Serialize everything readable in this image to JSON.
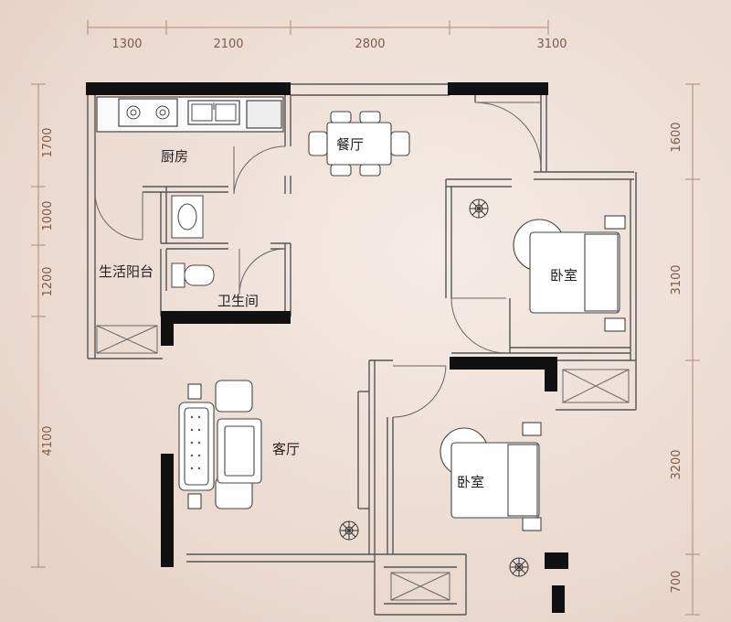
{
  "dimensions": {
    "top": [
      "1300",
      "2100",
      "2800",
      "3100"
    ],
    "left": [
      "1700",
      "1000",
      "1200",
      "4100"
    ],
    "right": [
      "1600",
      "3100",
      "3200",
      "700"
    ]
  },
  "rooms": {
    "kitchen": "厨房",
    "dining": "餐厅",
    "utility_balcony": "生活阳台",
    "bathroom": "卫生间",
    "living_room": "客厅",
    "bedroom_1": "卧室",
    "bedroom_2": "卧室"
  },
  "colors": {
    "dimension": "#7d5b4a",
    "wall": "#111111",
    "thin_wall": "#555555",
    "background": "#ecdcd2"
  },
  "icons": [
    "stove-icon",
    "sink-icon",
    "dining-table-icon",
    "washbasin-icon",
    "toilet-icon",
    "sofa-set-icon",
    "bed-icon",
    "plant-icon",
    "window-icon",
    "door-swing-icon"
  ]
}
